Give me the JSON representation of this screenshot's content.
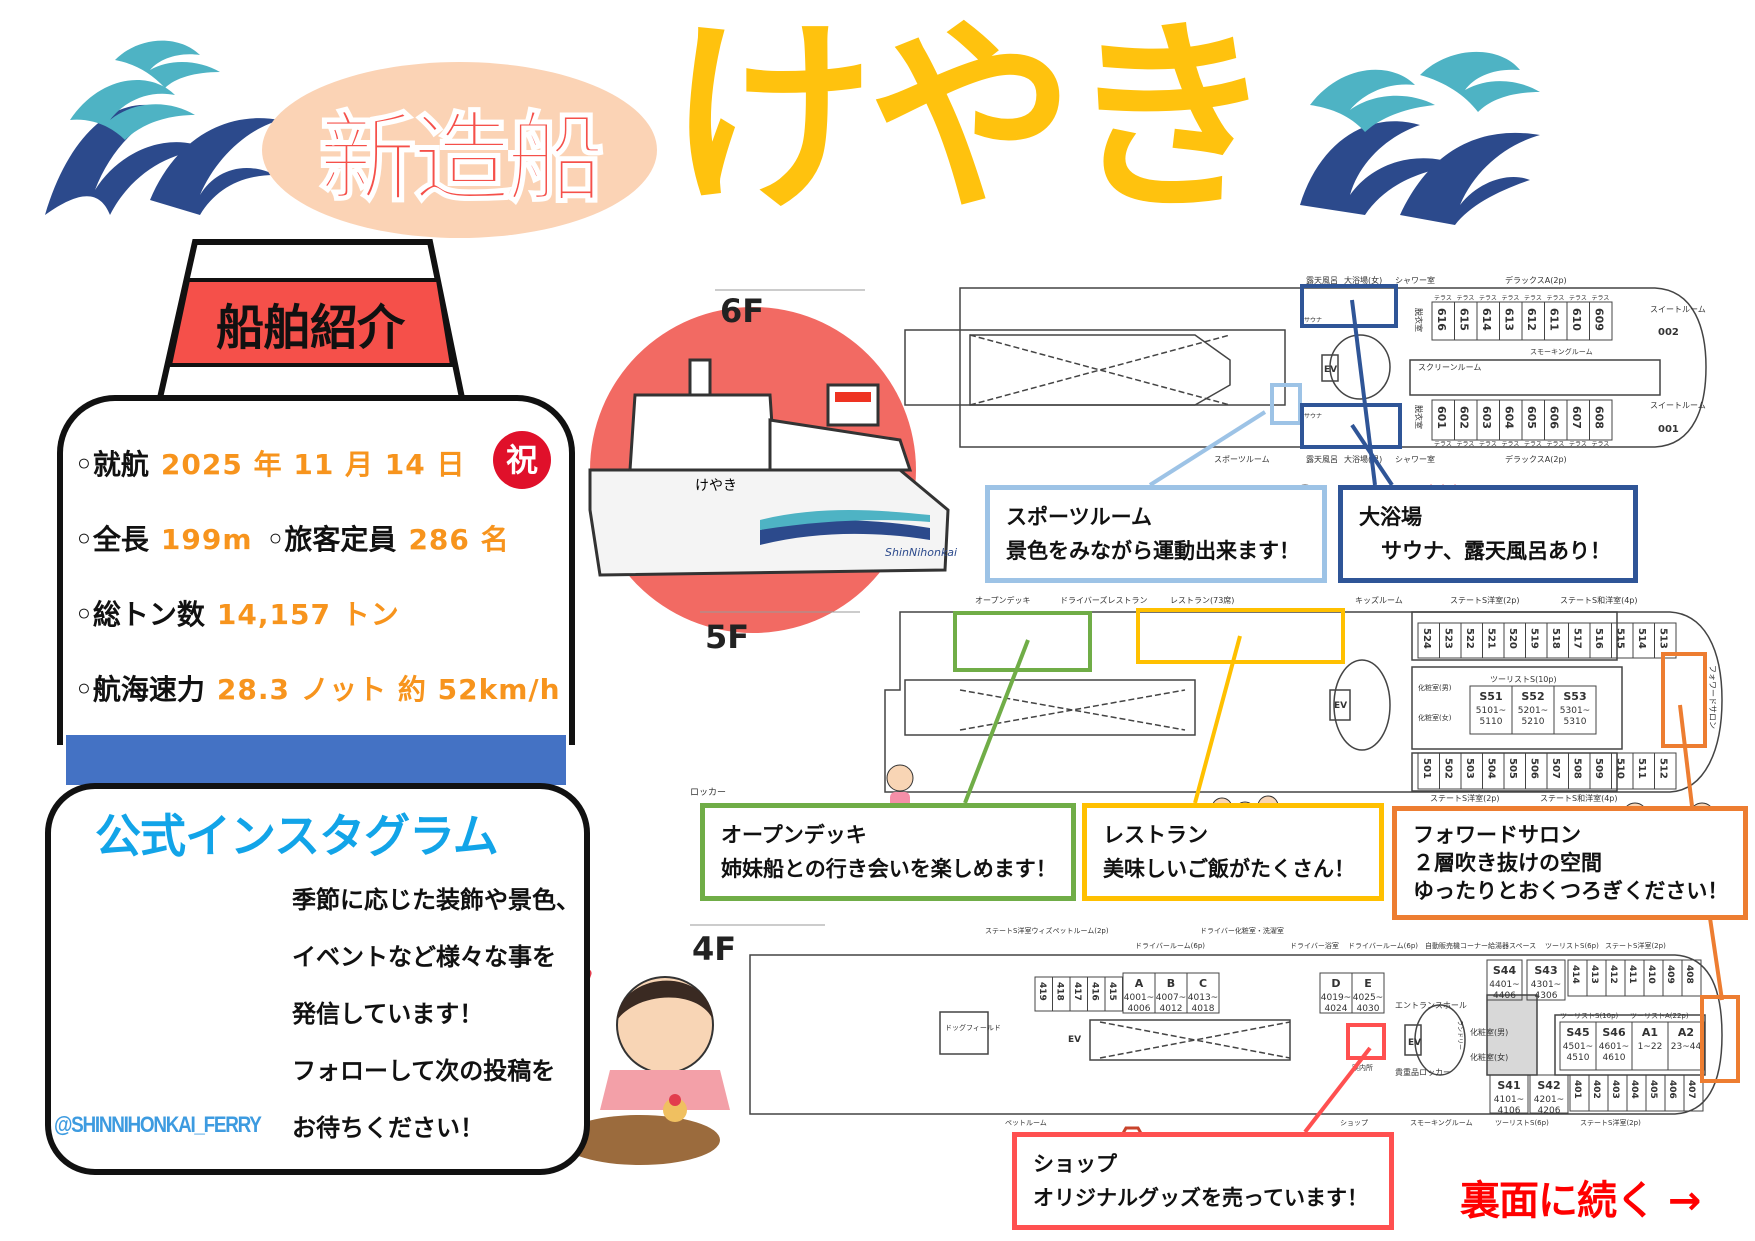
{
  "header": {
    "badge": "新造船",
    "ship_name": "けやき"
  },
  "intro": {
    "title": "船舶紹介",
    "rows": [
      {
        "label": "◦就航",
        "value": "2025 年 11 月 14 日"
      },
      {
        "label": "◦全長",
        "value": "199m"
      },
      {
        "label": "◦旅客定員",
        "value": "286 名"
      },
      {
        "label": "◦総トン数",
        "value": "14,157 トン"
      },
      {
        "label": "◦航海速力",
        "value": "28.3 ノット 約 52km/h"
      }
    ],
    "celebrate_badge": "祝"
  },
  "instagram": {
    "title": "公式インスタグラム",
    "lines": [
      "季節に応じた装飾や景色、",
      "イベントなど様々な事を",
      "発信しています！",
      "フォローして次の投稿を",
      "お待ちください！"
    ],
    "handle": "@SHINNIHONKAI_FERRY"
  },
  "ship_illustration": {
    "hull_name": "けやき",
    "logo": "ShinNihonkai"
  },
  "decks": {
    "f6": {
      "label": "6F",
      "top_labels": [
        "露天風呂",
        "大浴場(女)",
        "シャワー室",
        "デラックスA(2p)"
      ],
      "bottom_labels": [
        "スポーツルーム",
        "露天風呂",
        "大浴場(男)",
        "シャワー室",
        "デラックスA(2p)"
      ],
      "rooms_top": [
        "616",
        "615",
        "614",
        "613",
        "612",
        "611",
        "610",
        "609"
      ],
      "rooms_bottom": [
        "601",
        "602",
        "603",
        "604",
        "605",
        "606",
        "607",
        "608"
      ],
      "terrace": "テラス",
      "changing": "脱衣室",
      "sauna": "サウナ",
      "suite_top": [
        "スイートルーム",
        "002"
      ],
      "suite_bottom": [
        "スイートルーム",
        "001"
      ],
      "smoking": "スモーキングルーム",
      "screen": "スクリーンルーム",
      "ev": "EV"
    },
    "f5": {
      "label": "5F",
      "top_labels": [
        "オープンデッキ",
        "ドライバーズレストラン",
        "レストラン(73席)",
        "キッズルーム",
        "ステートS洋室(2p)",
        "ステートS和洋室(4p)"
      ],
      "bottom_labels": [
        "ステートS洋室(2p)",
        "ステートS和洋室(4p)"
      ],
      "left_label": "ロッカー",
      "rooms_top": [
        "524",
        "523",
        "522",
        "521",
        "520",
        "519",
        "518",
        "517",
        "516",
        "515",
        "514",
        "513"
      ],
      "rooms_bottom": [
        "501",
        "502",
        "503",
        "504",
        "505",
        "506",
        "507",
        "508",
        "509",
        "510",
        "511",
        "512"
      ],
      "tourist": "ツーリストS(10p)",
      "tourist_rooms": [
        [
          "S51",
          "5101~",
          "5110"
        ],
        [
          "S52",
          "5201~",
          "5210"
        ],
        [
          "S53",
          "5301~",
          "5310"
        ]
      ],
      "powder_m": "化粧室(男)",
      "powder_f": "化粧室(女)",
      "salon": "フォワードサロン",
      "ev": "EV"
    },
    "f4": {
      "label": "4F",
      "top_labels": [
        "ステートS洋室ウィズペットルーム(2p)",
        "ドライバールーム(6p)",
        "ドライバー化粧室・洗濯室",
        "ドライバー浴室",
        "ドライバールーム(6p)",
        "自動販売機コーナー給湯器スペース",
        "ツーリストS(6p)",
        "ステートS洋室(2p)"
      ],
      "bottom_labels": [
        "ペットルーム",
        "ショップ",
        "スモーキングルーム",
        "ツーリストS(6p)",
        "ステートS洋室(2p)"
      ],
      "rooms_top_left": [
        "419",
        "418",
        "417",
        "416",
        "415"
      ],
      "driver_rooms": [
        [
          "A",
          "4001~",
          "4006"
        ],
        [
          "B",
          "4007~",
          "4012"
        ],
        [
          "C",
          "4013~",
          "4018"
        ],
        [
          "D",
          "4019~",
          "4024"
        ],
        [
          "E",
          "4025~",
          "4030"
        ]
      ],
      "s44": [
        "S44",
        "4401~",
        "4406"
      ],
      "s43": [
        "S43",
        "4301~",
        "4306"
      ],
      "rooms_top_right": [
        "414",
        "413",
        "412",
        "411",
        "410",
        "409",
        "408"
      ],
      "entrance": "エントランスホール",
      "locker": "貴重品ロッカー",
      "info": "案内所",
      "laundry": "ランドリー",
      "powder_m": "化粧室(男)",
      "powder_f": "化粧室(女)",
      "tourist_s": "ツーリストS(10p)",
      "tourist_a": "ツーリストA(22p)",
      "mid_rooms": [
        [
          "S45",
          "4501~",
          "4510"
        ],
        [
          "S46",
          "4601~",
          "4610"
        ],
        [
          "A1",
          "1~22",
          ""
        ],
        [
          "A2",
          "23~44",
          ""
        ]
      ],
      "dog_field": "ドッグフィールド",
      "s41": [
        "S41",
        "4101~",
        "4106"
      ],
      "s42": [
        "S42",
        "4201~",
        "4206"
      ],
      "rooms_bottom_right": [
        "401",
        "402",
        "403",
        "404",
        "405",
        "406",
        "407"
      ],
      "ev": "EV"
    }
  },
  "callouts": {
    "sports": {
      "title": "スポーツルーム",
      "text": "景色をみながら運動出来ます！"
    },
    "bath": {
      "title": "大浴場",
      "text": "サウナ、露天風呂あり！"
    },
    "open_deck": {
      "title": "オープンデッキ",
      "text": "姉妹船との行き会いを楽しめます！"
    },
    "restaurant": {
      "title": "レストラン",
      "text": "美味しいご飯がたくさん！"
    },
    "salon": {
      "title": "フォワードサロン",
      "text": "２層吹き抜けの空間",
      "text2": "ゆったりとおくつろぎください！"
    },
    "shop": {
      "title": "ショップ",
      "text": "オリジナルグッズを売っています！"
    }
  },
  "footer": {
    "next": "裏面に続く →"
  },
  "colors": {
    "title_red": "#f5504a",
    "title_yellow": "#ffc20e",
    "value_orange": "#f7941d",
    "sports": "#9dc3e6",
    "bath": "#2f5597",
    "open_deck": "#70ad47",
    "restaurant": "#ffc000",
    "salon": "#ed7d31",
    "shop": "#ff5050",
    "insta": "#12a4e8"
  }
}
